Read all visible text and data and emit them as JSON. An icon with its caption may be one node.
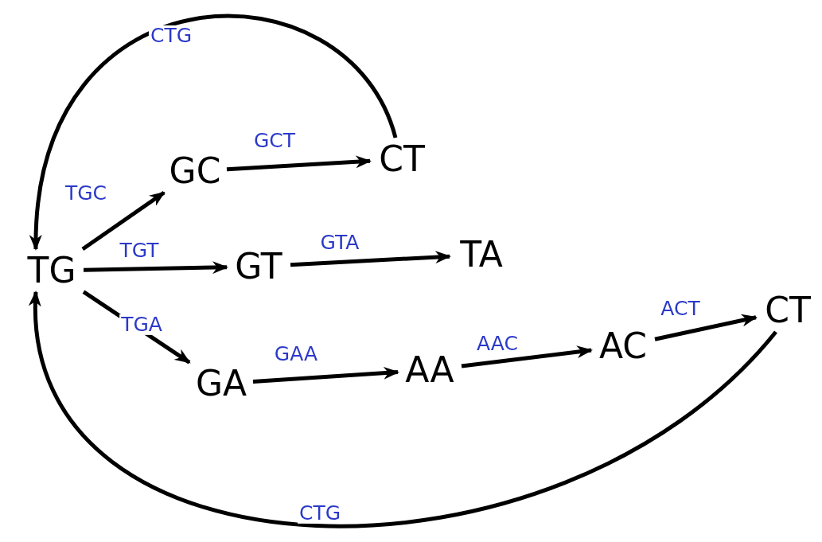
{
  "diagram": {
    "nodes": [
      {
        "text": [
          "TG"
        ]
      },
      {
        "text": [
          "GC"
        ]
      },
      {
        "text": [
          "CT"
        ]
      },
      {
        "text": [
          "GT"
        ]
      },
      {
        "text": [
          "TA"
        ]
      },
      {
        "text": [
          "GA"
        ]
      },
      {
        "text": [
          "AA"
        ]
      },
      {
        "text": [
          "AC"
        ]
      },
      {
        "text": [
          "CT"
        ]
      }
    ],
    "edges": [
      {
        "from": 0,
        "to": 1,
        "arrow": "to",
        "label": "TGC"
      },
      {
        "from": 1,
        "to": 2,
        "arrow": "to",
        "label": "GCT"
      },
      {
        "from": 0,
        "to": 3,
        "arrow": "to",
        "label": "TGT"
      },
      {
        "from": 3,
        "to": 4,
        "arrow": "to",
        "label": "GTA"
      },
      {
        "from": 0,
        "to": 5,
        "arrow": "to",
        "label": "TGA"
      },
      {
        "from": 5,
        "to": 6,
        "arrow": "to",
        "label": "GAA"
      },
      {
        "from": 6,
        "to": 7,
        "arrow": "to",
        "label": "AAC"
      },
      {
        "from": 7,
        "to": 8,
        "arrow": "to",
        "label": "ACT"
      },
      {
        "from": 2,
        "to": 0,
        "arrow": "to",
        "label": "CTG"
      },
      {
        "from": 8,
        "to": 0,
        "arrow": "to",
        "label": "CTG"
      }
    ]
  }
}
